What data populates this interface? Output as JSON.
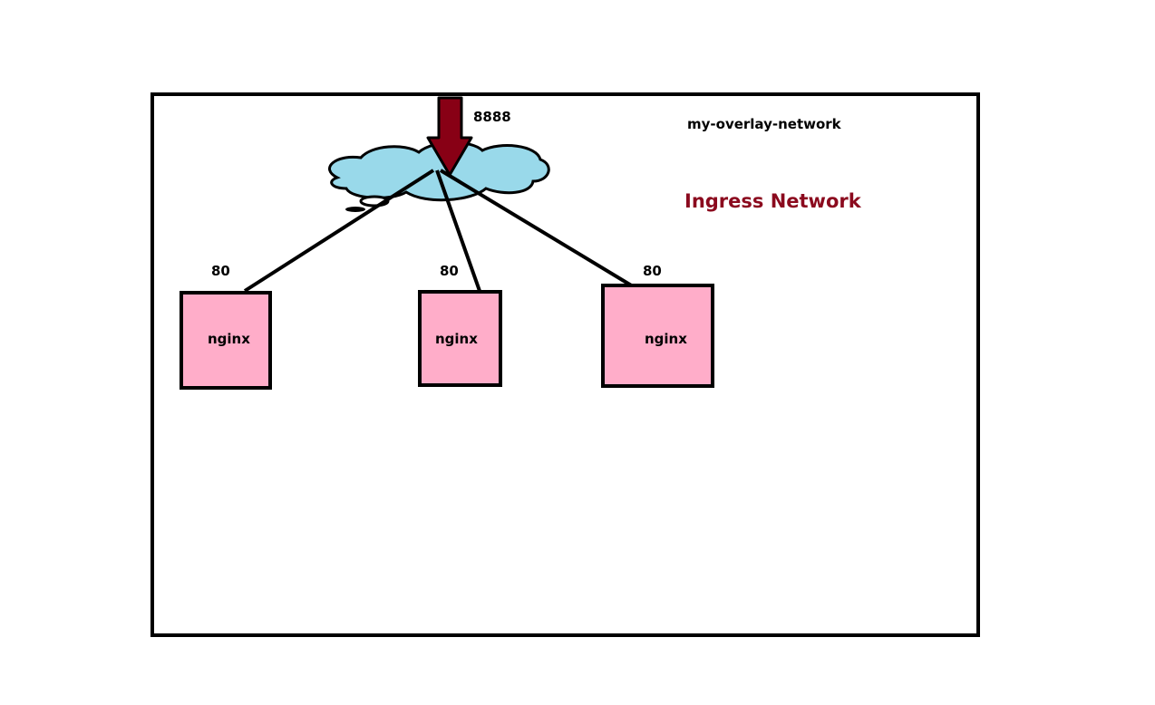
{
  "network": {
    "name": "my-overlay-network",
    "ingress_label": "Ingress Network",
    "ingress_color": "#8b0a1e",
    "published_port": "8888"
  },
  "services": [
    {
      "label": "nginx",
      "port": "80"
    },
    {
      "label": "nginx",
      "port": "80"
    },
    {
      "label": "nginx",
      "port": "80"
    }
  ],
  "colors": {
    "container_fill": "#ffadc9",
    "cloud_fill": "#99d9ea",
    "arrow_fill": "#880015"
  }
}
